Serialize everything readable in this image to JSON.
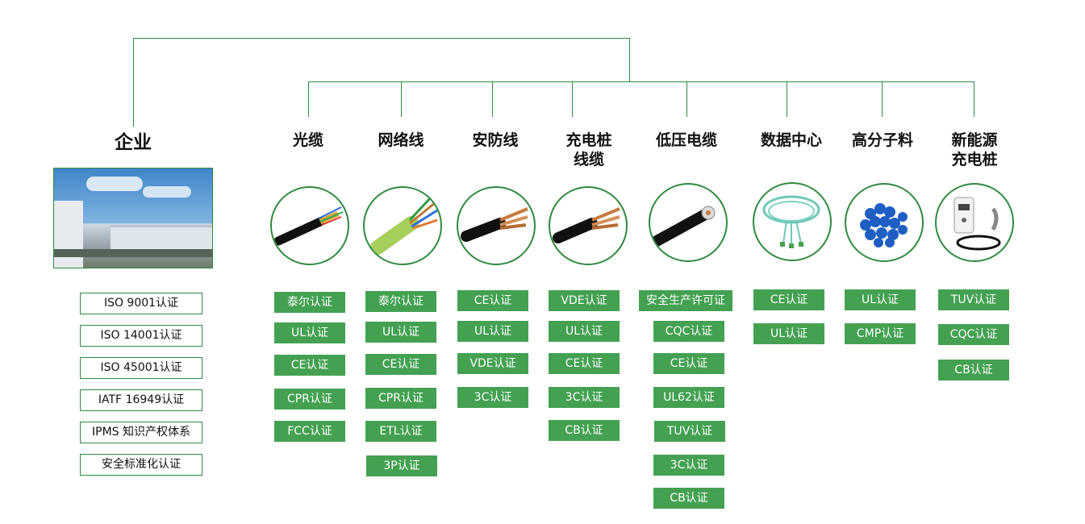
{
  "company": {
    "title": "企业",
    "certs": [
      "ISO 9001认证",
      "ISO 14001认证",
      "ISO 45001认证",
      "IATF 16949认证",
      "IPMS 知识产权体系",
      "安全标准化认证"
    ]
  },
  "categories": [
    {
      "title": "光缆",
      "icon": "fiber-optic-cable-icon",
      "certs": [
        "泰尔认证",
        "UL认证",
        "CE认证",
        "CPR认证",
        "FCC认证"
      ]
    },
    {
      "title": "网络线",
      "icon": "network-cable-icon",
      "certs": [
        "泰尔认证",
        "UL认证",
        "CE认证",
        "CPR认证",
        "ETL认证",
        "3P认证"
      ]
    },
    {
      "title": "安防线",
      "icon": "security-cable-icon",
      "certs": [
        "CE认证",
        "UL认证",
        "VDE认证",
        "3C认证"
      ]
    },
    {
      "title": "充电桩\n线缆",
      "icon": "charging-cable-icon",
      "certs": [
        "VDE认证",
        "UL认证",
        "CE认证",
        "3C认证",
        "CB认证"
      ]
    },
    {
      "title": "低压电缆",
      "icon": "low-voltage-cable-icon",
      "certs": [
        "安全生产许可证",
        "CQC认证",
        "CE认证",
        "UL62认证",
        "TUV认证",
        "3C认证",
        "CB认证"
      ]
    },
    {
      "title": "数据中心",
      "icon": "data-center-fiber-icon",
      "certs": [
        "CE认证",
        "UL认证"
      ]
    },
    {
      "title": "高分子料",
      "icon": "polymer-pellets-icon",
      "certs": [
        "UL认证",
        "CMP认证"
      ]
    },
    {
      "title": "新能源\n充电桩",
      "icon": "ev-charger-icon",
      "certs": [
        "TUV认证",
        "CQC认证",
        "CB认证"
      ]
    }
  ],
  "colors": {
    "accent": "#2e8b3e",
    "badge": "#43a151"
  }
}
